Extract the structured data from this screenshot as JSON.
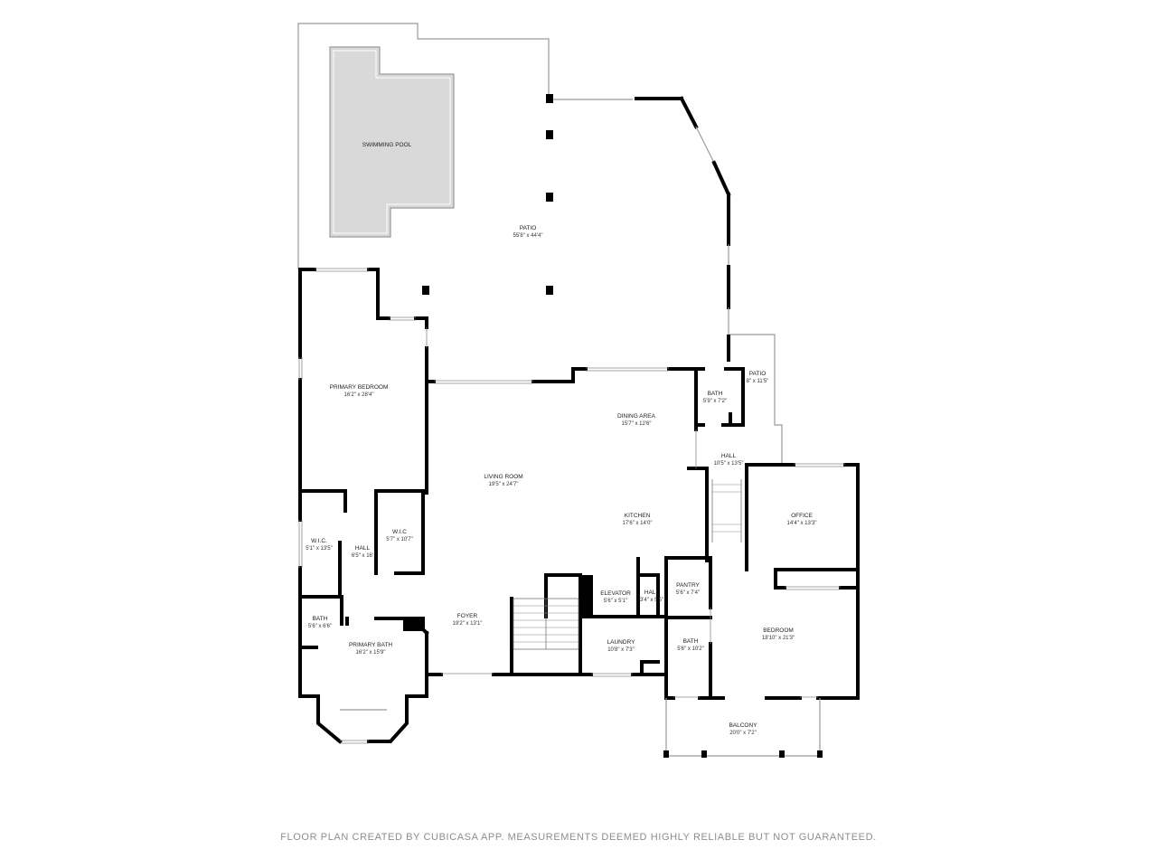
{
  "rooms": {
    "swimming_pool": {
      "name": "SWIMMING POOL"
    },
    "patio": {
      "name": "PATIO",
      "dims": "55'8\" x 44'4\""
    },
    "patio_small": {
      "name": "PATIO",
      "dims": "8\" x 11'5\""
    },
    "primary_bedroom": {
      "name": "PRIMARY BEDROOM",
      "dims": "16'2\" x 28'4\""
    },
    "bath_upper": {
      "name": "BATH",
      "dims": "5'9\" x 7'2\""
    },
    "dining_area": {
      "name": "DINING AREA",
      "dims": "15'7\" x 12'6\""
    },
    "hall_right": {
      "name": "HALL",
      "dims": "10'5\" x 13'5\""
    },
    "living_room": {
      "name": "LIVING ROOM",
      "dims": "19'5\" x 24'7\""
    },
    "kitchen": {
      "name": "KITCHEN",
      "dims": "17'6\" x 14'0\""
    },
    "office": {
      "name": "OFFICE",
      "dims": "14'4\" x 13'3\""
    },
    "wic_left": {
      "name": "W.I.C.",
      "dims": "5'1\" x 13'5\""
    },
    "wic_right": {
      "name": "W.I.C",
      "dims": "5'7\" x 10'7\""
    },
    "hall_left": {
      "name": "HALL",
      "dims": "6'5\" x 16'"
    },
    "pantry": {
      "name": "PANTRY",
      "dims": "5'6\" x 7'4\""
    },
    "elevator": {
      "name": "ELEVATOR",
      "dims": "5'6\" x 5'1\""
    },
    "hall_small": {
      "name": "HALL",
      "dims": "3'4\" x 5'5\""
    },
    "bath_left": {
      "name": "BATH",
      "dims": "5'6\" x 6'6\""
    },
    "foyer": {
      "name": "FOYER",
      "dims": "19'2\" x 13'1\""
    },
    "bedroom": {
      "name": "BEDROOM",
      "dims": "18'10\" x 21'3\""
    },
    "primary_bath": {
      "name": "PRIMARY BATH",
      "dims": "16'2\" x 15'9\""
    },
    "laundry": {
      "name": "LAUNDRY",
      "dims": "10'8\" x 7'3\""
    },
    "bath_lower": {
      "name": "BATH",
      "dims": "5'6\" x 10'2\""
    },
    "balcony": {
      "name": "BALCONY",
      "dims": "20'0\" x 7'2\""
    }
  },
  "footer": "FLOOR PLAN CREATED BY CUBICASA APP. MEASUREMENTS DEEMED HIGHLY RELIABLE BUT NOT GUARANTEED.",
  "colors": {
    "wall": "#000000",
    "pool_fill": "#d9d9d9",
    "outline": "#9a9a9a",
    "footer_text": "#8d8d8d"
  }
}
